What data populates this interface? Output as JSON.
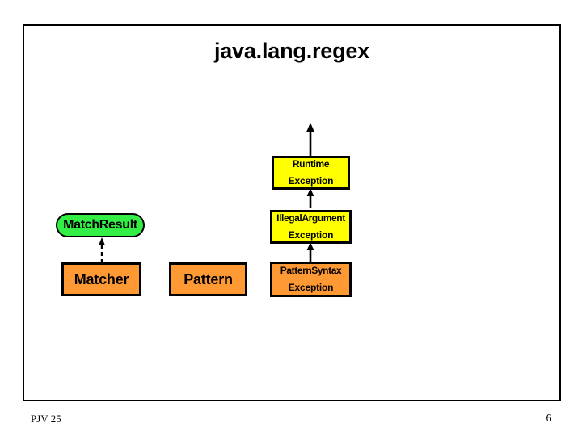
{
  "slide": {
    "title": "java.lang.regex",
    "footer_left": "PJV 25",
    "page_number": "6"
  },
  "colors": {
    "exception_fill": "#ffff00",
    "class_fill": "#ff9933",
    "interface_fill": "#33ee44",
    "stroke": "#000000",
    "background": "#ffffff"
  },
  "diagram": {
    "type": "uml-class-diagram",
    "nodes": [
      {
        "id": "runtime-exception",
        "kind": "exception",
        "line1": "Runtime",
        "line2": "Exception",
        "fill": "#ffff00"
      },
      {
        "id": "illegal-argument-exception",
        "kind": "exception",
        "line1": "IllegalArgument",
        "line2": "Exception",
        "fill": "#ffff00"
      },
      {
        "id": "pattern-syntax-exception",
        "kind": "exception",
        "line1": "PatternSyntax",
        "line2": "Exception",
        "fill": "#ff9933"
      },
      {
        "id": "match-result",
        "kind": "interface",
        "line1": "MatchResult",
        "fill": "#33ee44"
      },
      {
        "id": "matcher",
        "kind": "class",
        "line1": "Matcher",
        "fill": "#ff9933"
      },
      {
        "id": "pattern",
        "kind": "class",
        "line1": "Pattern",
        "fill": "#ff9933"
      }
    ],
    "edges": [
      {
        "id": "runtime-to-super",
        "from": "runtime-exception",
        "to": "(off-slide superclass)",
        "style": "solid",
        "relation": "generalization"
      },
      {
        "id": "illegalargument-to-runtime",
        "from": "illegal-argument-exception",
        "to": "runtime-exception",
        "style": "solid",
        "relation": "generalization"
      },
      {
        "id": "patternsyntax-to-illegalargument",
        "from": "pattern-syntax-exception",
        "to": "illegal-argument-exception",
        "style": "solid",
        "relation": "generalization"
      },
      {
        "id": "matcher-to-matchresult",
        "from": "matcher",
        "to": "match-result",
        "style": "dashed",
        "relation": "realization"
      }
    ]
  }
}
